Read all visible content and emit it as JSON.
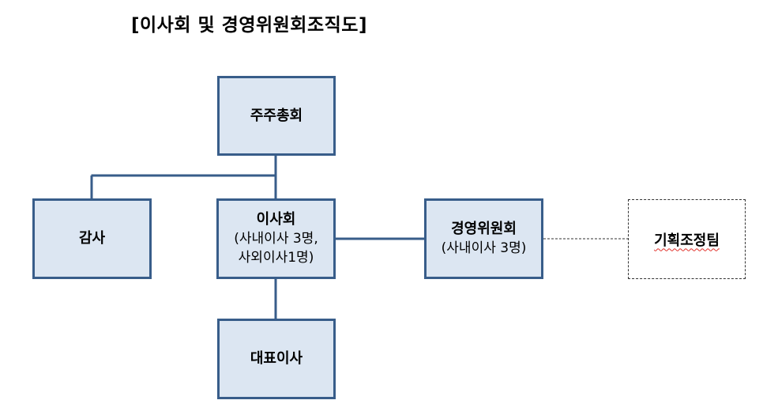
{
  "title": "[이사회 및 경영위원회조직도]",
  "nodes": {
    "shareholders": {
      "label": "주주총회"
    },
    "auditor": {
      "label": "감사"
    },
    "board": {
      "label": "이사회",
      "detail_line1": "(사내이사 3명,",
      "detail_line2": "사외이사1명)"
    },
    "management_committee": {
      "label": "경영위원회",
      "detail": "(사내이사 3명)"
    },
    "planning_team": {
      "label": "기획조정팀"
    },
    "ceo": {
      "label": "대표이사"
    }
  },
  "colors": {
    "box_fill": "#dce6f2",
    "box_border": "#385d8a",
    "connector": "#385d8a",
    "dashed_connector": "#333333"
  }
}
